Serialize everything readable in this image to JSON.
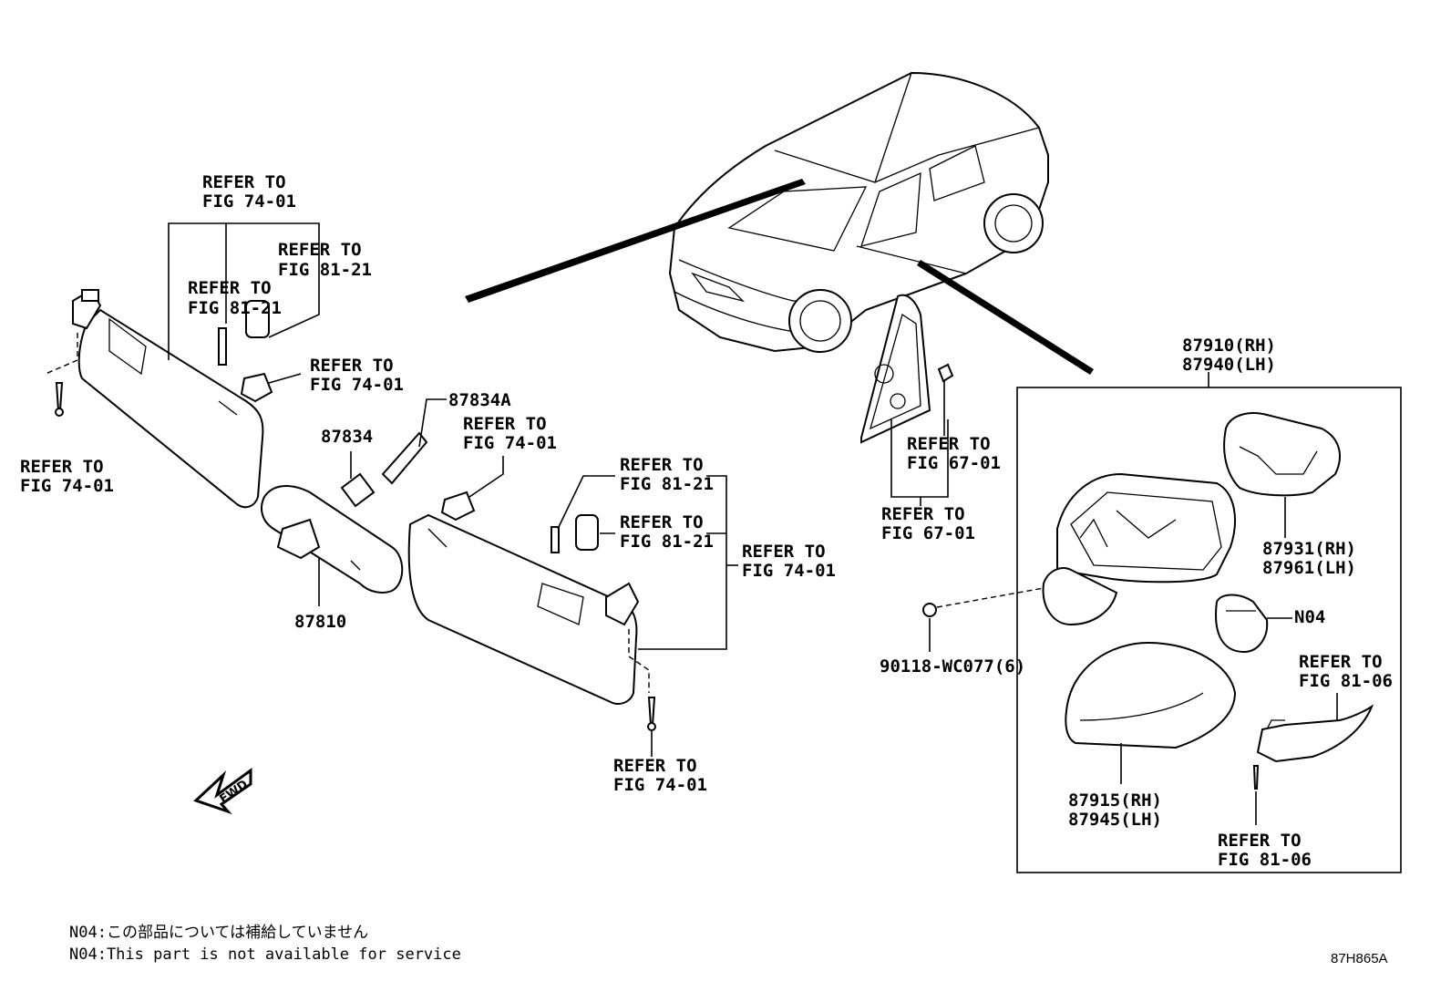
{
  "refs": {
    "r74_top": [
      "REFER TO",
      "FIG 74-01"
    ],
    "r8121_a": [
      "REFER TO",
      "FIG 81-21"
    ],
    "r8121_b": [
      "REFER TO",
      "FIG 81-21"
    ],
    "r7401_clip": [
      "REFER TO",
      "FIG 74-01"
    ],
    "r7401_left": [
      "REFER TO",
      "FIG 74-01"
    ],
    "r7401_mid": [
      "REFER TO",
      "FIG 74-01"
    ],
    "r8121_c": [
      "REFER TO",
      "FIG 81-21"
    ],
    "r8121_d": [
      "REFER TO",
      "FIG 81-21"
    ],
    "r7401_right": [
      "REFER TO",
      "FIG 74-01"
    ],
    "r7401_bottom": [
      "REFER TO",
      "FIG 74-01"
    ],
    "r6701_a": [
      "REFER TO",
      "FIG 67-01"
    ],
    "r6701_b": [
      "REFER TO",
      "FIG 67-01"
    ],
    "r8106_a": [
      "REFER TO",
      "FIG 81-06"
    ],
    "r8106_b": [
      "REFER TO",
      "FIG 81-06"
    ]
  },
  "parts": {
    "p87834A": "87834A",
    "p87834": "87834",
    "p87810": "87810",
    "p87910": [
      "87910(RH)",
      "87940(LH)"
    ],
    "p87931": [
      "87931(RH)",
      "87961(LH)"
    ],
    "pN04": "N04",
    "p90118": "90118-WC077(6)",
    "p87915": [
      "87915(RH)",
      "87945(LH)"
    ]
  },
  "fwd": "FWD",
  "notes": [
    "N04:この部品については補給していません",
    "N04:This part is not available for service"
  ],
  "diagram_id": "87H865A"
}
